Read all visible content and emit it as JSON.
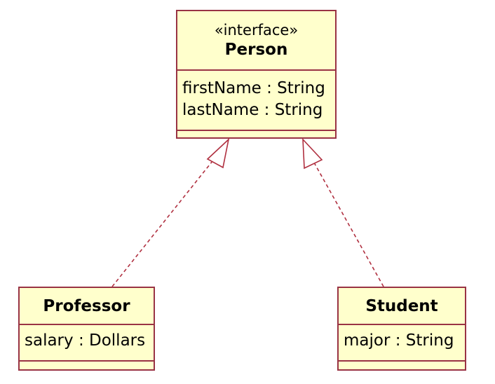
{
  "diagram": {
    "classes": [
      {
        "id": "person",
        "stereotype": "«interface»",
        "name": "Person",
        "attributes": [
          "firstName : String",
          "lastName : String"
        ]
      },
      {
        "id": "professor",
        "name": "Professor",
        "attributes": [
          "salary : Dollars"
        ]
      },
      {
        "id": "student",
        "name": "Student",
        "attributes": [
          "major : String"
        ]
      }
    ],
    "relationships": [
      {
        "type": "realization",
        "from": "Professor",
        "to": "Person"
      },
      {
        "type": "realization",
        "from": "Student",
        "to": "Person"
      }
    ],
    "colors": {
      "class_fill": "#ffffcc",
      "class_border": "#993344",
      "connector": "#b03040"
    }
  }
}
